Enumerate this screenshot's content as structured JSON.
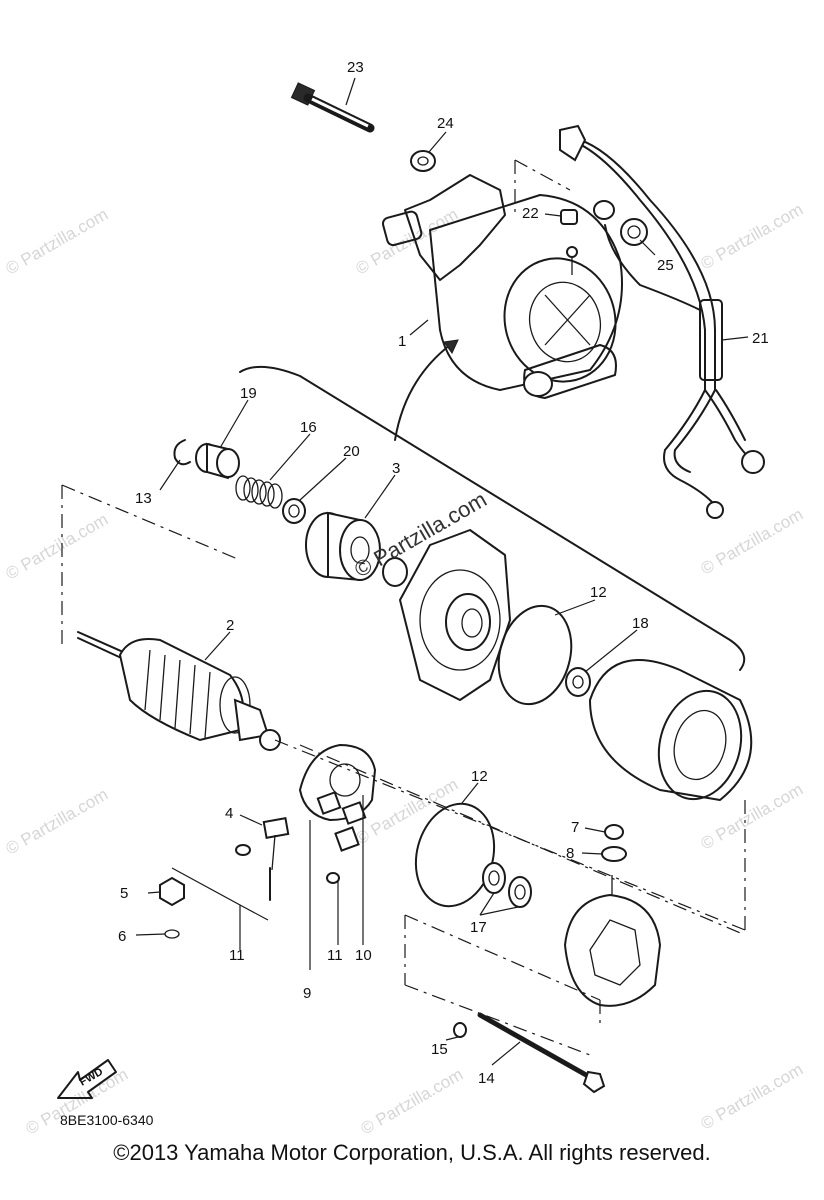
{
  "diagram_code": "8BE3100-6340",
  "copyright": "©2013 Yamaha Motor Corporation, U.S.A. All rights reserved.",
  "watermark": "© Partzilla.com",
  "watermark_center": "© Partzilla.com",
  "fwd_label": "FWD",
  "callouts": [
    "1",
    "2",
    "3",
    "4",
    "5",
    "6",
    "7",
    "8",
    "9",
    "10",
    "11",
    "11",
    "12",
    "12",
    "13",
    "14",
    "15",
    "16",
    "17",
    "18",
    "19",
    "20",
    "21",
    "22",
    "23",
    "24",
    "25"
  ]
}
